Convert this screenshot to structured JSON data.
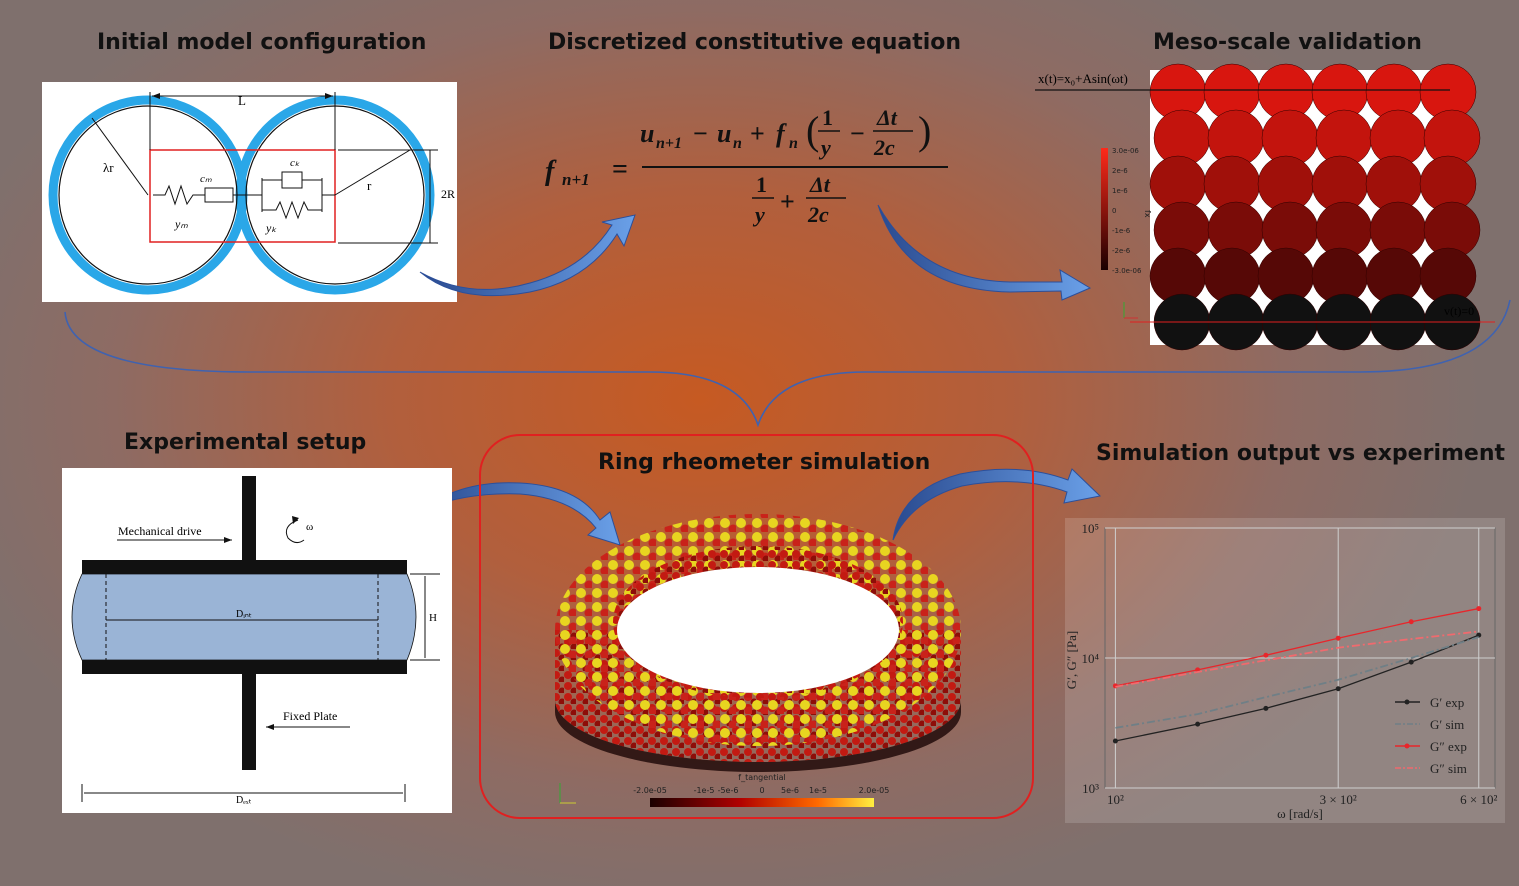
{
  "headings": {
    "initial_model": "Initial model configuration",
    "constitutive": "Discretized constitutive equation",
    "meso": "Meso-scale validation",
    "experimental": "Experimental setup",
    "ring": "Ring rheometer simulation",
    "output": "Simulation output vs experiment"
  },
  "model_labels": {
    "L": "L",
    "lambda_r": "λr",
    "r": "r",
    "two_R": "2R",
    "c_m": "cₘ",
    "y_m": "yₘ",
    "c_k": "cₖ",
    "y_k": "yₖ"
  },
  "meso": {
    "top_label": "x(t)=x₀+Asin(ωt)",
    "bottom_label": "v(t)=0",
    "colorbar_ticks": [
      "3.0e-06",
      "2e-6",
      "1e-6",
      "0",
      "-1e-6",
      "-2e-6",
      "-3.0e-06"
    ],
    "colorbar_title": "fx"
  },
  "setup": {
    "mechanical_drive": "Mechanical drive",
    "omega": "ω",
    "d_int": "Dᵢₙₜ",
    "h": "H",
    "fixed_plate": "Fixed Plate",
    "d_ext": "Dₑₓₜ"
  },
  "ring": {
    "colorbar_title": "f_tangential",
    "colorbar_ticks": [
      "-2.0e-05",
      "-1e-5",
      "-5e-6",
      "0",
      "5e-6",
      "1e-5",
      "2.0e-05"
    ]
  },
  "chart_data": {
    "type": "line",
    "xlabel": "ω [rad/s]",
    "ylabel": "G′, G″ [Pa]",
    "x_scale": "log",
    "y_scale": "log",
    "xlim": [
      95,
      650
    ],
    "ylim": [
      1000,
      100000
    ],
    "x_ticks": [
      {
        "v": 100,
        "label": "10²"
      },
      {
        "v": 300,
        "label": "3 × 10²"
      },
      {
        "v": 600,
        "label": "6 × 10²"
      }
    ],
    "y_ticks": [
      {
        "v": 1000,
        "label": "10³"
      },
      {
        "v": 10000,
        "label": "10⁴"
      },
      {
        "v": 100000,
        "label": "10⁵"
      }
    ],
    "grid": true,
    "legend_position": "lower-right",
    "series": [
      {
        "name": "G′ exp",
        "color": "#222222",
        "style": "solid-marker",
        "x": [
          100,
          150,
          210,
          300,
          430,
          600
        ],
        "y": [
          2300,
          3100,
          4100,
          5800,
          9300,
          15000
        ]
      },
      {
        "name": "G′ sim",
        "color": "#6f7f86",
        "style": "dashdot",
        "x": [
          100,
          150,
          210,
          300,
          430,
          600
        ],
        "y": [
          2900,
          3700,
          5000,
          6800,
          10000,
          14500
        ]
      },
      {
        "name": "G″ exp",
        "color": "#e8262b",
        "style": "solid-marker",
        "x": [
          100,
          150,
          210,
          300,
          430,
          600
        ],
        "y": [
          6100,
          8100,
          10500,
          14200,
          19000,
          24000
        ]
      },
      {
        "name": "G″ sim",
        "color": "#f06a6e",
        "style": "dashdot",
        "x": [
          100,
          150,
          210,
          300,
          430,
          600
        ],
        "y": [
          6000,
          7800,
          9600,
          12000,
          14000,
          16000
        ]
      }
    ]
  }
}
